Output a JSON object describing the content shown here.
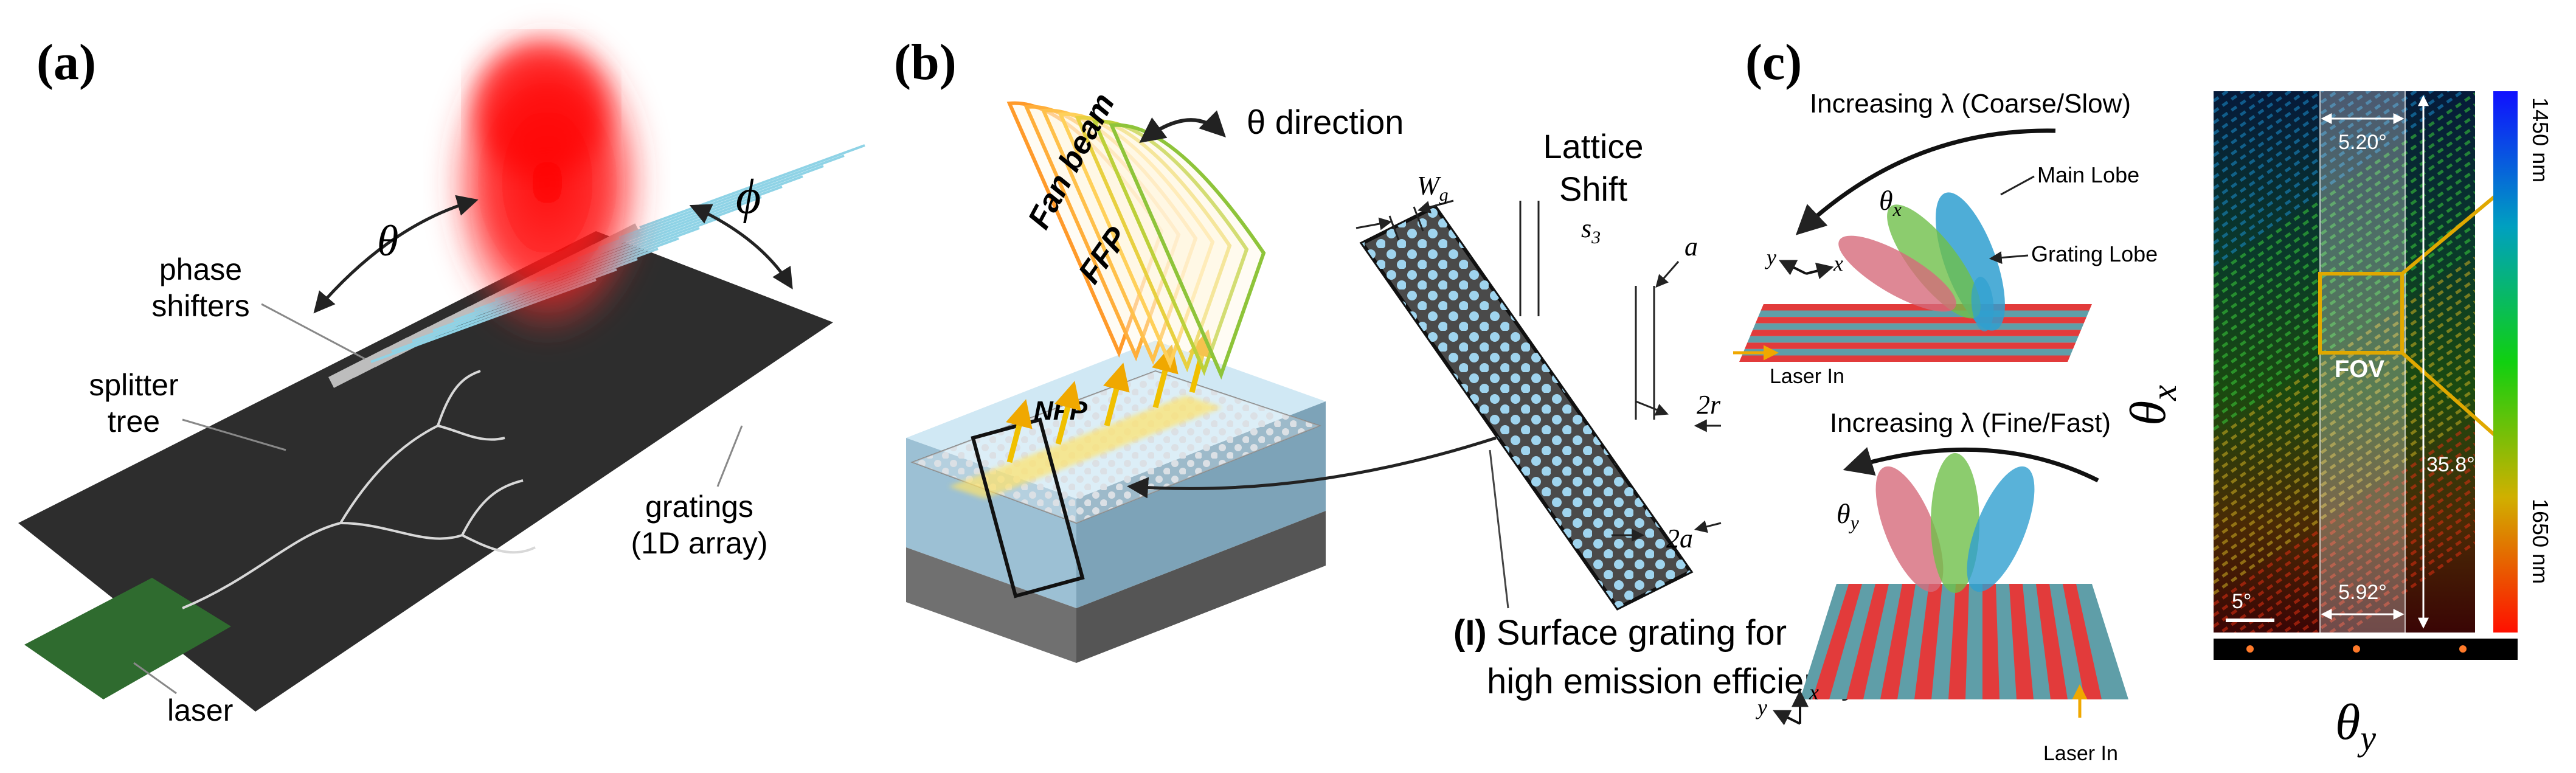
{
  "panel_a": {
    "tag": "(a)",
    "theta": "θ",
    "phi": "ϕ",
    "phase_shifters": [
      "phase",
      "shifters"
    ],
    "splitter_tree": [
      "splitter",
      "tree"
    ],
    "gratings": [
      "gratings",
      "(1D array)"
    ],
    "laser": "laser"
  },
  "panel_b": {
    "tag": "(b)",
    "theta_direction": "θ direction",
    "fan_beam": "Fan beam",
    "ffp": "FFP",
    "nfp": "NFP",
    "lattice_shift": [
      "Lattice",
      "Shift"
    ],
    "s3": "s",
    "s3_sub": "3",
    "wg": "W",
    "wg_sub": "g",
    "a": "a",
    "two_r": "2r",
    "two_a": "2a",
    "caption_num": "(I)",
    "caption_line1": " Surface grating for",
    "caption_line2": "high emission efficiency"
  },
  "panel_c": {
    "tag": "(c)",
    "top_title": "Increasing λ (Coarse/Slow)",
    "theta_x": "θ",
    "theta_x_sub": "x",
    "main_lobe": "Main Lobe",
    "grating_lobe": "Grating Lobe",
    "axis_y": "y",
    "axis_x": "x",
    "laser_in_top": "Laser In",
    "bottom_title": "Increasing λ (Fine/Fast)",
    "theta_y": "θ",
    "theta_y_sub": "y",
    "laser_in_bottom": "Laser In",
    "fov": "FOV",
    "angle_top": "5.20°",
    "angle_mid": "35.8°",
    "angle_bottom": "5.92°",
    "scale": "5°",
    "cbar_top": "1450 nm",
    "cbar_bottom": "1650 nm",
    "axis_theta_x": "θ",
    "axis_theta_x_sub": "x",
    "axis_theta_y": "θ",
    "axis_theta_y_sub": "y"
  },
  "colors": {
    "chip": "#2b2b2b",
    "laser": "#2f6b2f",
    "beam": "#ff1010",
    "grating_line": "#8fd3e6",
    "stripe_red": "#e23b3b",
    "stripe_teal": "#5f9ea8",
    "callout": "#e0a800"
  }
}
